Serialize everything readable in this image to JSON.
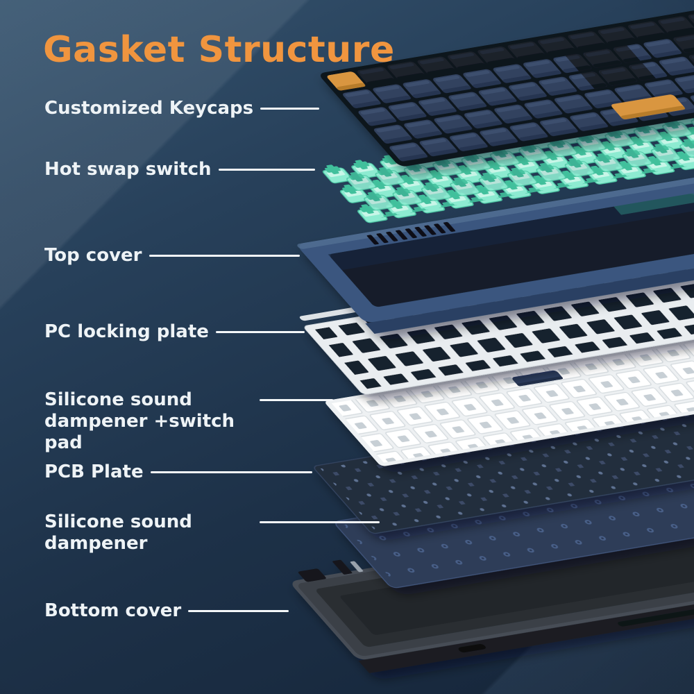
{
  "title": "Gasket Structure",
  "labels": [
    {
      "text": "Customized Keycaps",
      "target": "keycaps-layer"
    },
    {
      "text": "Hot swap switch",
      "target": "switch-layer"
    },
    {
      "text": "Top cover",
      "target": "top-cover-layer"
    },
    {
      "text": "PC locking plate",
      "target": "pc-plate-layer"
    },
    {
      "text": "Silicone sound dampener +switch pad",
      "target": "switch-pad-layer"
    },
    {
      "text": "PCB Plate",
      "target": "pcb-layer"
    },
    {
      "text": "Silicone sound dampener",
      "target": "dampener-layer"
    },
    {
      "text": "Bottom cover",
      "target": "bottom-cover-layer"
    }
  ],
  "palette": {
    "background_top": "#35536e",
    "background_bottom": "#152539",
    "accent_orange": "#f0953f",
    "label_text": "#eef3f6",
    "leader_line": "#f4f7f9",
    "keycap_navy": "#32425f",
    "keycap_black": "#1a202c",
    "keycap_orange": "#d9963f",
    "switch_mint": "#8debd1",
    "top_cover_blue": "#3b577f",
    "locking_plate_white": "#e9edf0",
    "switch_pad_white": "#eef1f3",
    "pcb_dark": "#222d3e",
    "dampener_navy": "#2e3c58",
    "bottom_cover_gray": "#474d56"
  }
}
